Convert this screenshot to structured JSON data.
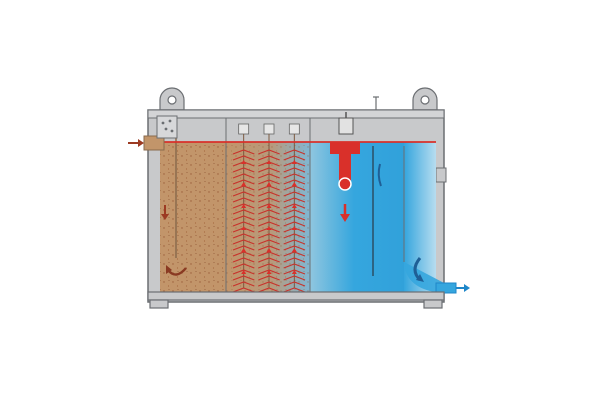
{
  "diagram": {
    "type": "clarifier-cross-section",
    "colors": {
      "background": "#ffffff",
      "steel": "#c8c9cb",
      "steel_dark": "#8d8f92",
      "outline": "#6b6e72",
      "sludge": "#c2956a",
      "sludge_dark": "#9c6f45",
      "clear_water": "#35a6de",
      "clear_water_light": "#9fd4ee",
      "flow_red": "#d9302a",
      "lamella_red": "#c8322b",
      "outlet_blue": "#1f87c9"
    },
    "sections": [
      {
        "id": "inlet-chamber",
        "fill": "sludge"
      },
      {
        "id": "lamella-packs",
        "count": 3,
        "fill": "sludge-to-clear"
      },
      {
        "id": "clear-water-chamber",
        "fill": "clear_water"
      }
    ],
    "flows": [
      {
        "id": "inlet",
        "icon": "arrow-right-icon",
        "color": "flow_red"
      },
      {
        "id": "downflow-inlet",
        "icon": "arrow-down-icon",
        "color": "flow_red"
      },
      {
        "id": "upflow-lamella",
        "icon": "arrow-up-icon",
        "color": "flow_red"
      },
      {
        "id": "downflow-center",
        "icon": "arrow-down-icon",
        "color": "flow_red"
      },
      {
        "id": "outlet",
        "icon": "arrow-right-icon",
        "color": "outlet_blue"
      }
    ]
  }
}
